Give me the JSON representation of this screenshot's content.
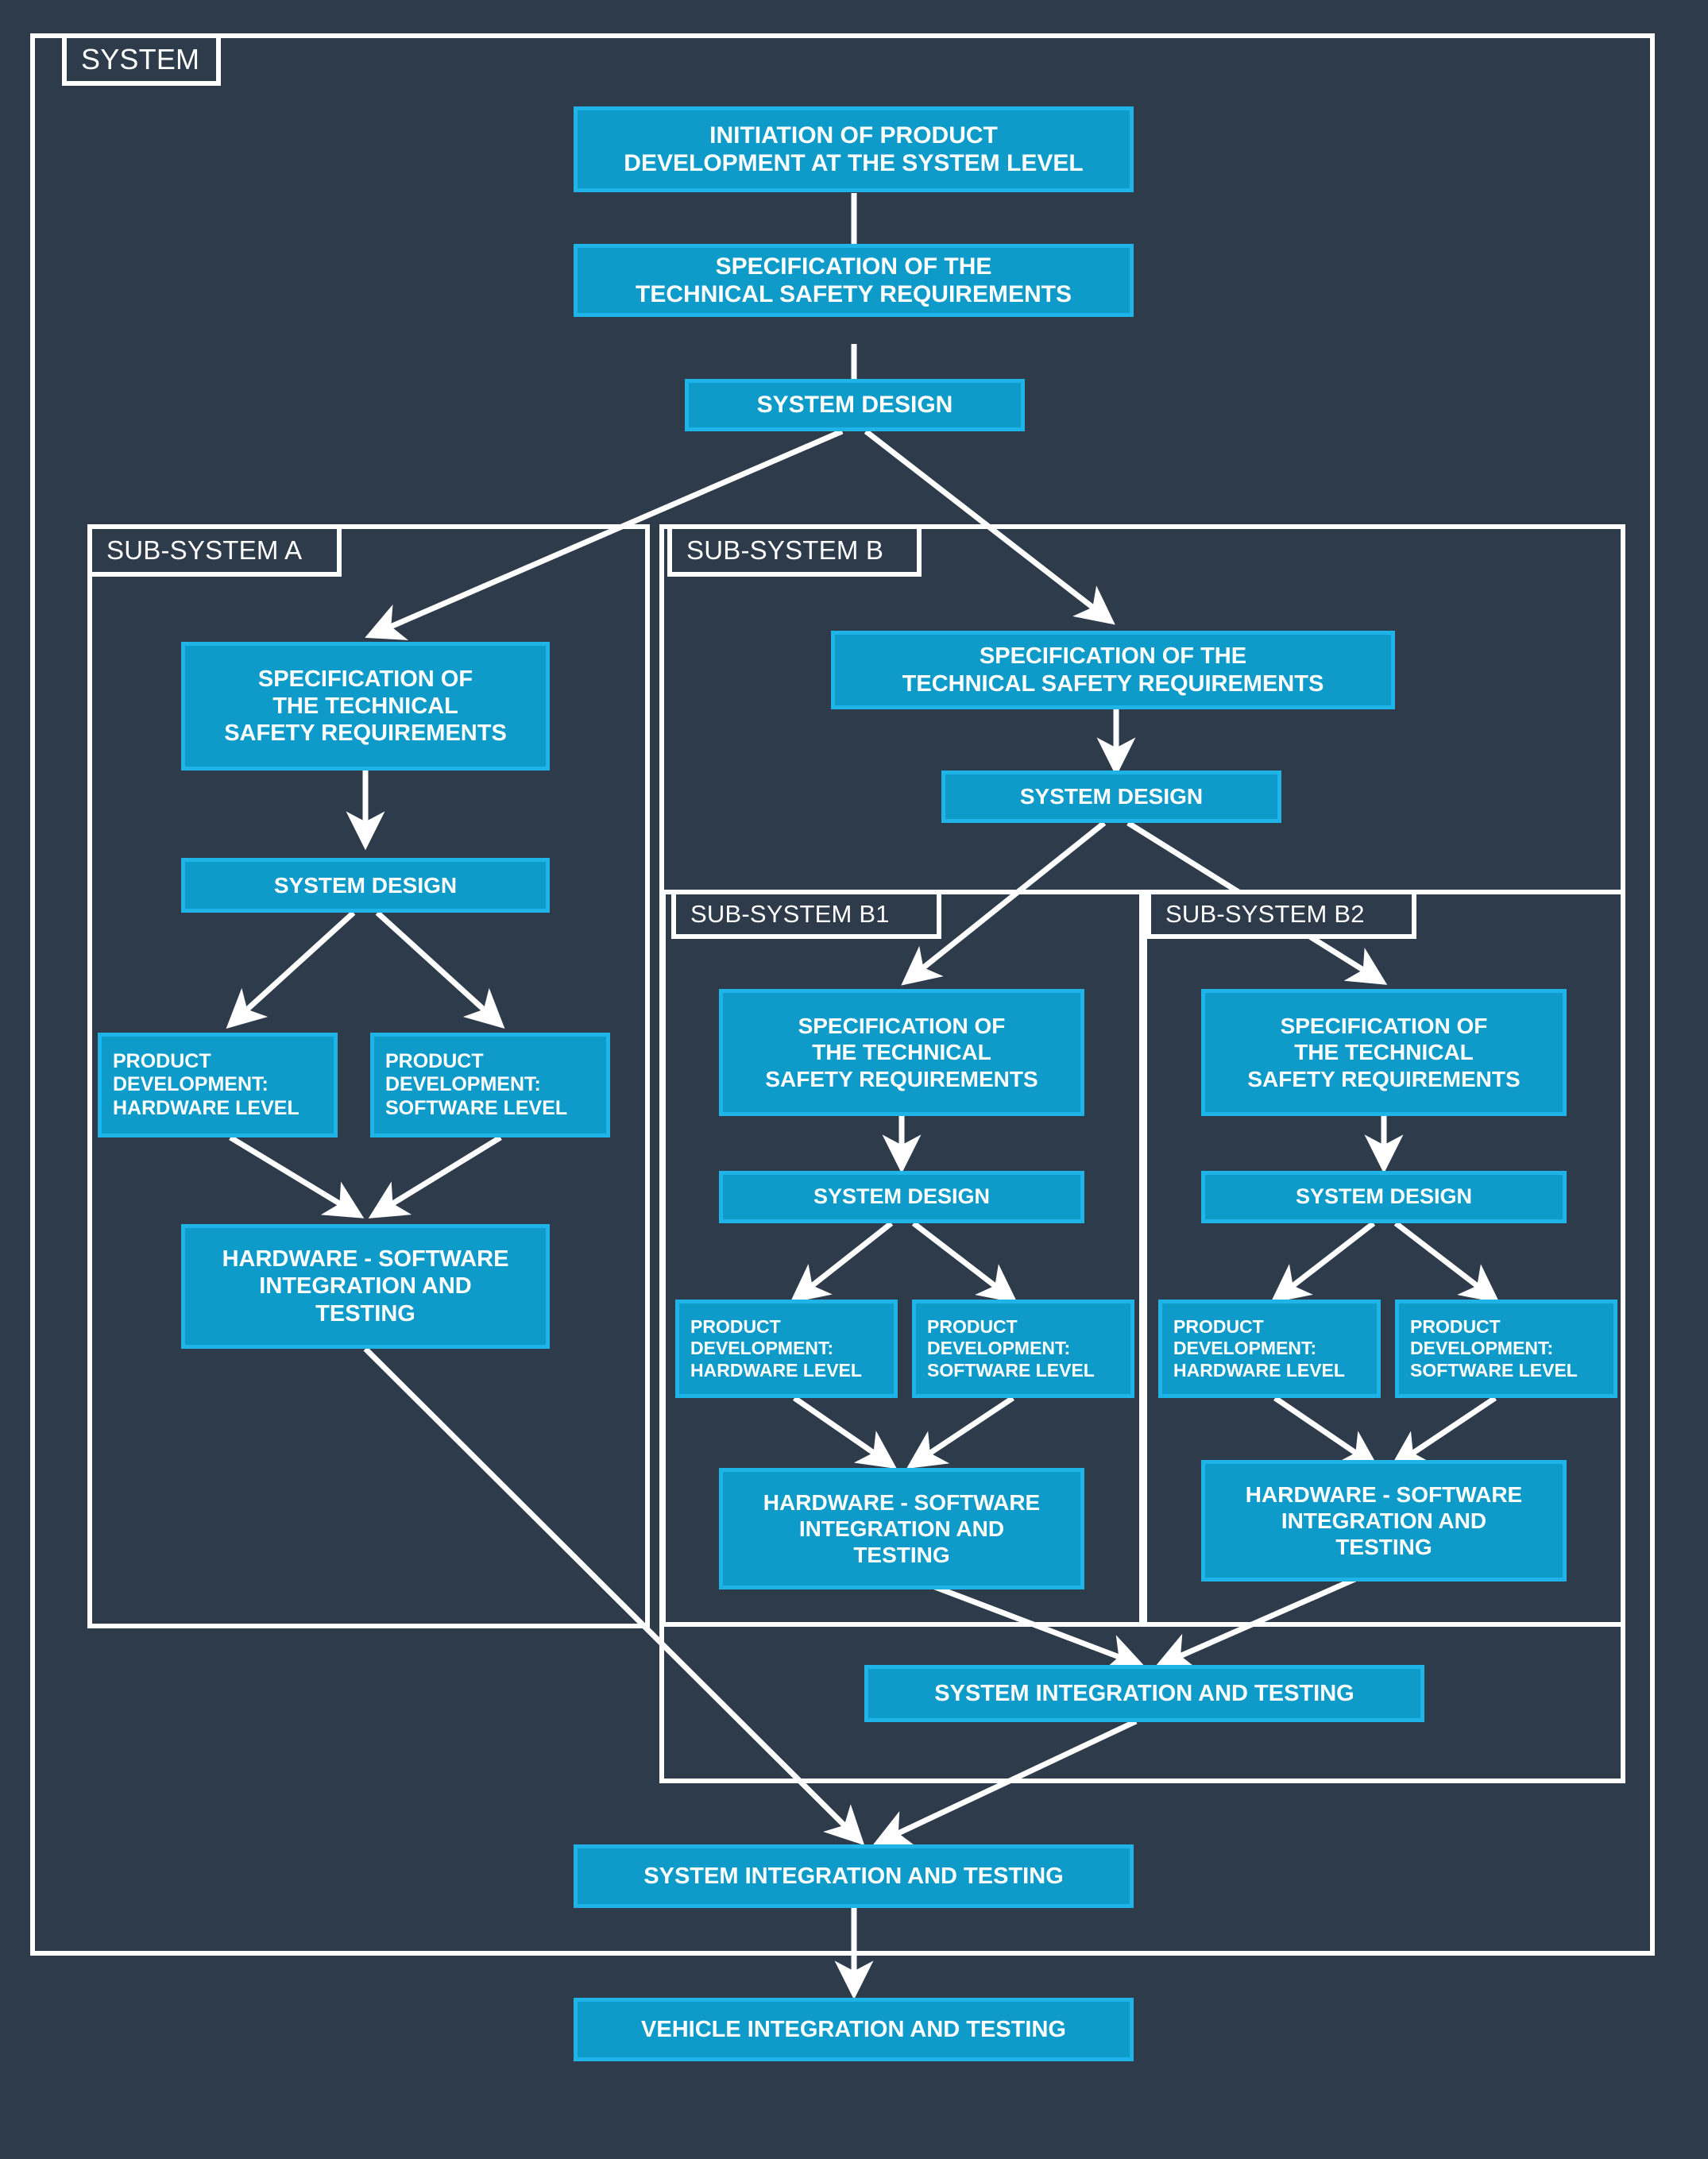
{
  "diagram": {
    "title": "Product development at system level (ISO 26262 style decomposition)",
    "background_color": "#2e3b4a",
    "node_fill": "#0f9bc9",
    "node_border": "#1eb4e8",
    "line_color": "#ffffff",
    "text_color": "#ffffff"
  },
  "frames": {
    "system": {
      "label": "SYSTEM"
    },
    "subsystem_a": {
      "label": "SUB-SYSTEM A"
    },
    "subsystem_b": {
      "label": "SUB-SYSTEM B"
    },
    "subsystem_b1": {
      "label": "SUB-SYSTEM B1"
    },
    "subsystem_b2": {
      "label": "SUB-SYSTEM B2"
    }
  },
  "nodes": {
    "sys_initiation": "INITIATION OF PRODUCT\nDEVELOPMENT AT THE SYSTEM LEVEL",
    "sys_spec": "SPECIFICATION OF THE\nTECHNICAL SAFETY REQUIREMENTS",
    "sys_design": "SYSTEM DESIGN",
    "a_spec": "SPECIFICATION OF\nTHE TECHNICAL\nSAFETY REQUIREMENTS",
    "a_design": "SYSTEM DESIGN",
    "a_pd_hw": "PRODUCT\nDEVELOPMENT:\nHARDWARE LEVEL",
    "a_pd_sw": "PRODUCT\nDEVELOPMENT:\nSOFTWARE LEVEL",
    "a_hwsw": "HARDWARE - SOFTWARE\nINTEGRATION AND\nTESTING",
    "b_spec": "SPECIFICATION OF THE\nTECHNICAL SAFETY REQUIREMENTS",
    "b_design": "SYSTEM DESIGN",
    "b1_spec": "SPECIFICATION OF\nTHE TECHNICAL\nSAFETY REQUIREMENTS",
    "b1_design": "SYSTEM DESIGN",
    "b1_pd_hw": "PRODUCT\nDEVELOPMENT:\nHARDWARE LEVEL",
    "b1_pd_sw": "PRODUCT\nDEVELOPMENT:\nSOFTWARE LEVEL",
    "b1_hwsw": "HARDWARE - SOFTWARE\nINTEGRATION AND\nTESTING",
    "b2_spec": "SPECIFICATION OF\nTHE TECHNICAL\nSAFETY REQUIREMENTS",
    "b2_design": "SYSTEM DESIGN",
    "b2_pd_hw": "PRODUCT\nDEVELOPMENT:\nHARDWARE LEVEL",
    "b2_pd_sw": "PRODUCT\nDEVELOPMENT:\nSOFTWARE LEVEL",
    "b2_hwsw": "HARDWARE - SOFTWARE\nINTEGRATION AND\nTESTING",
    "b_sys_integration": "SYSTEM INTEGRATION AND TESTING",
    "sys_integration": "SYSTEM INTEGRATION AND TESTING",
    "vehicle_integration": "VEHICLE INTEGRATION AND TESTING"
  },
  "flow_edges": [
    {
      "from": "sys_initiation",
      "to": "sys_spec",
      "arrow": false
    },
    {
      "from": "sys_spec",
      "to": "sys_design",
      "arrow": false
    },
    {
      "from": "sys_design",
      "to": "a_spec",
      "arrow": true
    },
    {
      "from": "sys_design",
      "to": "b_spec",
      "arrow": true
    },
    {
      "from": "a_spec",
      "to": "a_design",
      "arrow": true
    },
    {
      "from": "a_design",
      "to": "a_pd_hw",
      "arrow": true
    },
    {
      "from": "a_design",
      "to": "a_pd_sw",
      "arrow": true
    },
    {
      "from": "a_pd_hw",
      "to": "a_hwsw",
      "arrow": true
    },
    {
      "from": "a_pd_sw",
      "to": "a_hwsw",
      "arrow": true
    },
    {
      "from": "a_hwsw",
      "to": "sys_integration",
      "arrow": true
    },
    {
      "from": "b_spec",
      "to": "b_design",
      "arrow": true
    },
    {
      "from": "b_design",
      "to": "b1_spec",
      "arrow": true
    },
    {
      "from": "b_design",
      "to": "b2_spec",
      "arrow": true
    },
    {
      "from": "b1_spec",
      "to": "b1_design",
      "arrow": true
    },
    {
      "from": "b1_design",
      "to": "b1_pd_hw",
      "arrow": true
    },
    {
      "from": "b1_design",
      "to": "b1_pd_sw",
      "arrow": true
    },
    {
      "from": "b1_pd_hw",
      "to": "b1_hwsw",
      "arrow": true
    },
    {
      "from": "b1_pd_sw",
      "to": "b1_hwsw",
      "arrow": true
    },
    {
      "from": "b1_hwsw",
      "to": "b_sys_integration",
      "arrow": true
    },
    {
      "from": "b2_spec",
      "to": "b2_design",
      "arrow": true
    },
    {
      "from": "b2_design",
      "to": "b2_pd_hw",
      "arrow": true
    },
    {
      "from": "b2_design",
      "to": "b2_pd_sw",
      "arrow": true
    },
    {
      "from": "b2_pd_hw",
      "to": "b2_hwsw",
      "arrow": true
    },
    {
      "from": "b2_pd_sw",
      "to": "b2_hwsw",
      "arrow": true
    },
    {
      "from": "b2_hwsw",
      "to": "b_sys_integration",
      "arrow": true
    },
    {
      "from": "b_sys_integration",
      "to": "sys_integration",
      "arrow": true
    },
    {
      "from": "sys_integration",
      "to": "vehicle_integration",
      "arrow": true
    }
  ]
}
